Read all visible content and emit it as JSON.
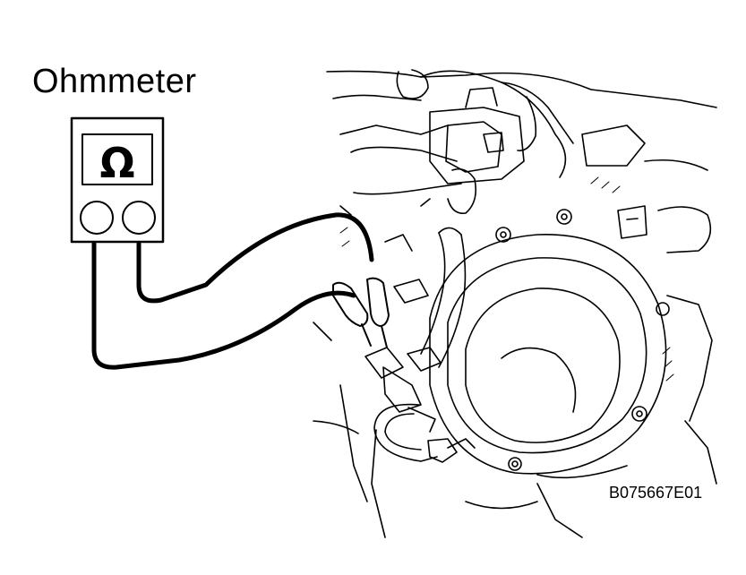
{
  "figure": {
    "title": "Ohmmeter",
    "figure_code": "B075667E01",
    "meter_symbol": "Ω",
    "icons": [
      "ohmmeter-icon",
      "engine-component-illustration",
      "wire-probe-icon"
    ]
  }
}
